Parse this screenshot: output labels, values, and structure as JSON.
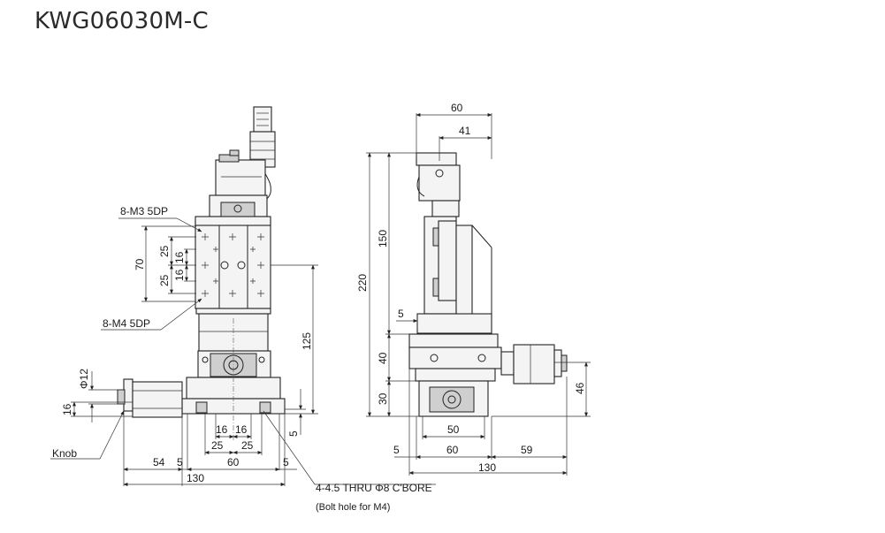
{
  "title": "KWG06030M-C",
  "dims": {
    "d_60_top": "60",
    "d_41": "41",
    "d_150": "150",
    "d_220": "220",
    "d_5_side": "5",
    "d_40": "40",
    "d_30": "30",
    "d_50": "50",
    "d_46": "46",
    "d_5_bottom_right": "5",
    "d_60_bottom_right": "60",
    "d_59": "59",
    "d_130_right": "130",
    "d_70": "70",
    "d_25_a": "25",
    "d_16_a": "16",
    "d_16_b": "16",
    "d_25_b": "25",
    "d_125": "125",
    "d_phi12": "Φ12",
    "d_16_left": "16",
    "d_5_right_small": "5",
    "d_16_c": "16",
    "d_16_d": "16",
    "d_25_c": "25",
    "d_25_d": "25",
    "d_54": "54",
    "d_5_left": "5",
    "d_60_left": "60",
    "d_5_left2": "5",
    "d_130_left": "130"
  },
  "notes": {
    "m3": "8-M3 5DP",
    "m4": "8-M4 5DP",
    "knob": "Knob",
    "bolt_main": "4-4.5 THRU Φ8 C'BORE",
    "bolt_sub": "(Bolt hole for M4)"
  }
}
